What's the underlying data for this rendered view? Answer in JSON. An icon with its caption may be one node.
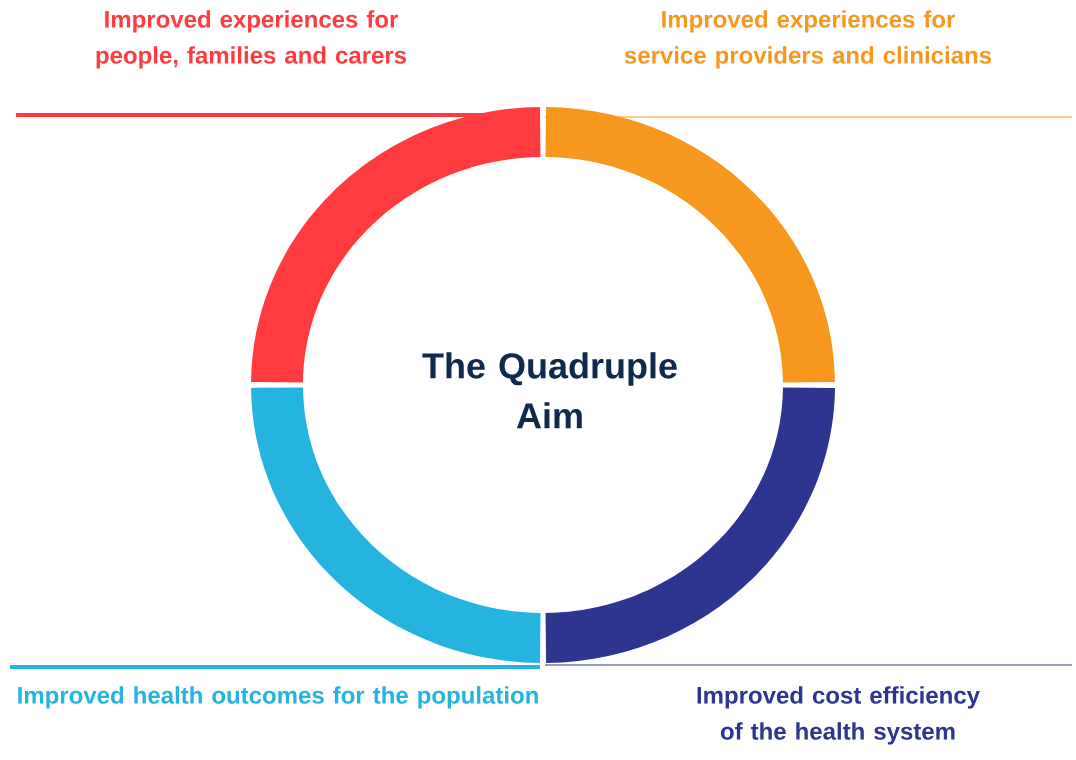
{
  "diagram": {
    "nodes": [
      {
        "text": [
          "Improved experiences for people, families and carers"
        ]
      },
      {
        "text": [
          "Improved experiences for service providers and clinicians"
        ]
      },
      {
        "text": [
          "Improved health outcomes for the population"
        ]
      },
      {
        "text": [
          "Improved cost efficiency of the health system"
        ]
      },
      {
        "text": [
          "The Quadruple Aim"
        ]
      }
    ]
  }
}
